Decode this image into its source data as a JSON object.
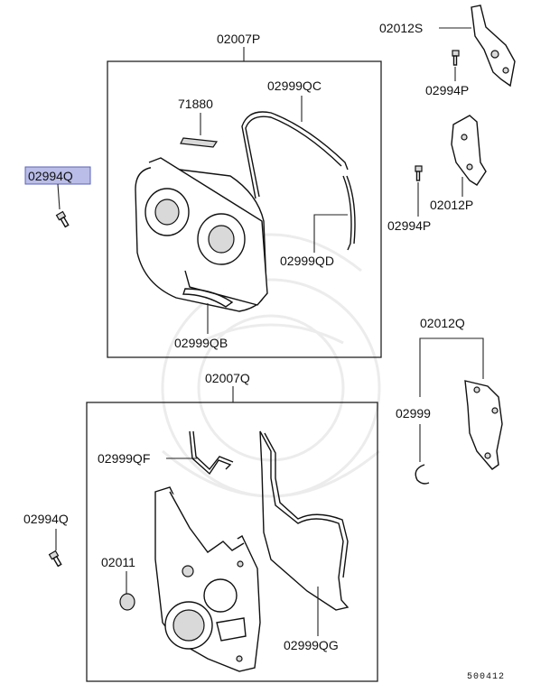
{
  "diagram": {
    "highlight_color": "#b9bde8",
    "highlighted_label": "02994Q",
    "figure_number": "500412",
    "labels": {
      "assy_upper": "02007P",
      "assy_lower": "02007Q",
      "label_71880": "71880",
      "gasket_qc": "02999QC",
      "gasket_qd": "02999QD",
      "gasket_qb": "02999QB",
      "bolt_left_top": "02994Q",
      "bolt_left_bottom": "02994Q",
      "bracket_s": "02012S",
      "bolt_p_top": "02994P",
      "bracket_p": "02012P",
      "bolt_p_mid": "02994P",
      "bracket_q": "02012Q",
      "clip": "02999",
      "gasket_qf": "02999QF",
      "plug": "02011",
      "gasket_qg": "02999QG"
    }
  }
}
